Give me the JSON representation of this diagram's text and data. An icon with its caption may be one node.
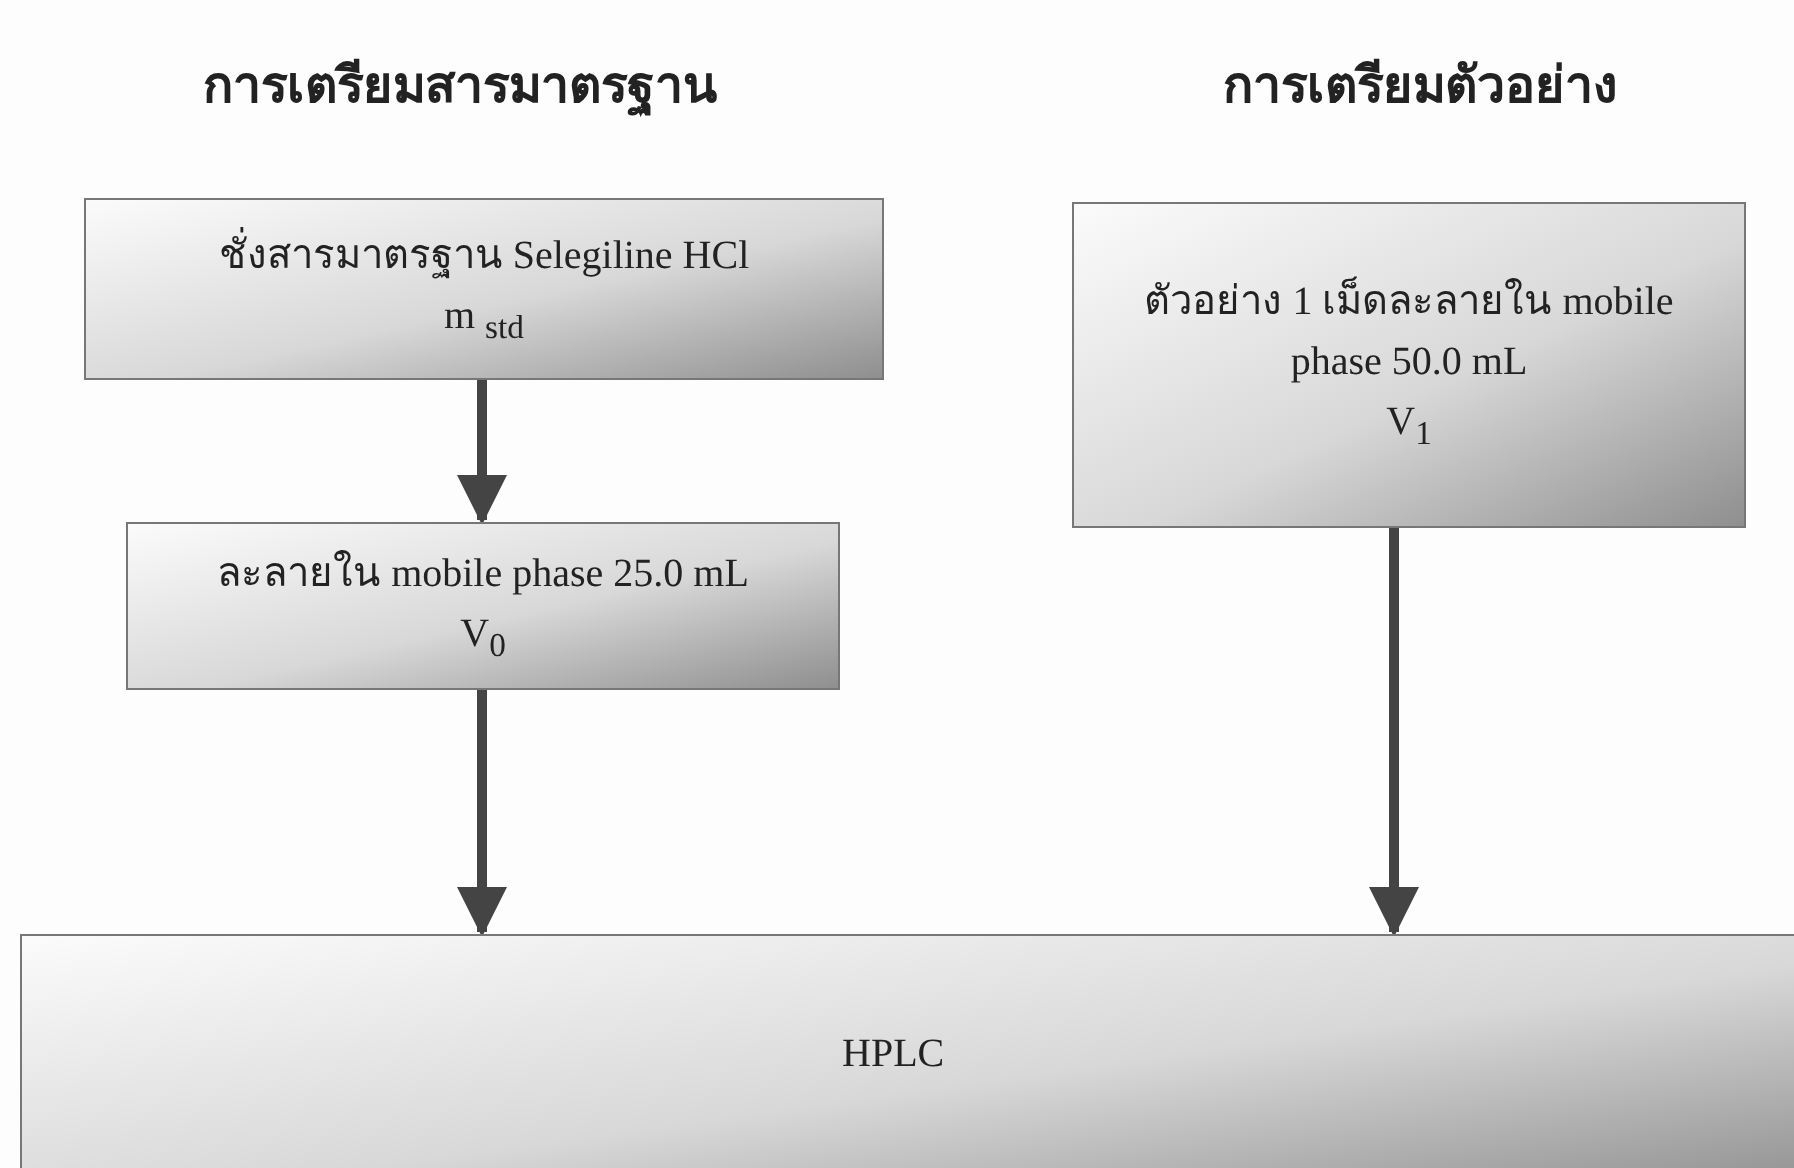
{
  "diagram": {
    "nodes": [
      {
        "text": [
          "ชั่งสารมาตรฐาน Selegiline HCl",
          "m $_{std}$"
        ]
      },
      {
        "text": [
          "ละลายใน mobile phase 25.0 mL",
          "V$_{0}$"
        ]
      },
      {
        "text": [
          "ตัวอย่าง 1 เม็ดละลายใน mobile phase 50.0 mL",
          "V$_{1}$"
        ]
      },
      {
        "text": [
          "HPLC"
        ]
      }
    ],
    "edges": [
      {
        "from": 0,
        "to": 1,
        "arrow": "to"
      },
      {
        "from": 1,
        "to": 3,
        "arrow": "to"
      },
      {
        "from": 2,
        "to": 3,
        "arrow": "to"
      }
    ],
    "labels": [
      "การเตรียมสารมาตรฐาน",
      "การเตรียมตัวอย่าง"
    ]
  }
}
